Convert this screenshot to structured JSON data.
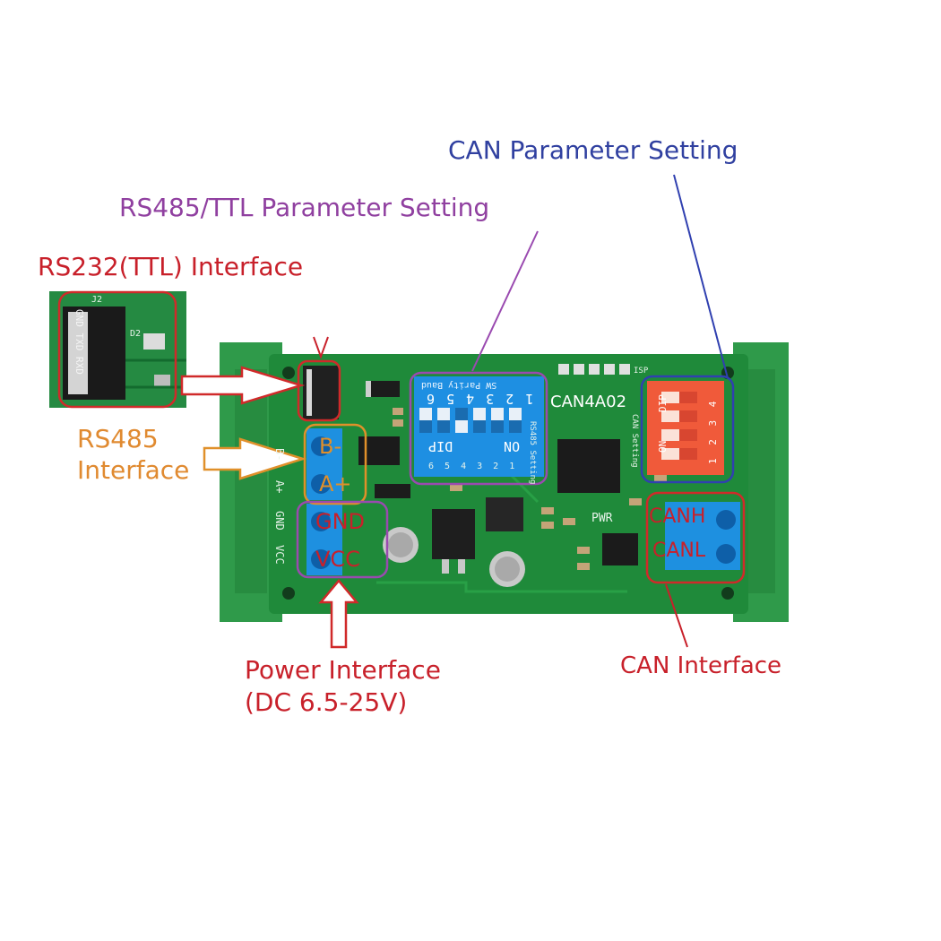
{
  "labels": {
    "can_param": "CAN Parameter Setting",
    "rs485_param": "RS485/TTL Parameter Setting",
    "rs232": "RS232(TTL) Interface",
    "rs485_line1": "RS485",
    "rs485_line2": "Interface",
    "power_line1": "Power Interface",
    "power_line2": "(DC 6.5-25V)",
    "can_iface": "CAN Interface"
  },
  "terminals": {
    "b_minus": "B-",
    "a_plus": "A+",
    "gnd": "GND",
    "vcc": "VCC",
    "canh": "CANH",
    "canl": "CANL"
  },
  "board": {
    "model": "CAN4A02",
    "pwr": "PWR",
    "isp": "ISP",
    "rs485_setting": "RS485 Setting",
    "can_setting": "CAN Setting",
    "side_b": "B-",
    "side_a": "A+",
    "side_gnd": "GND",
    "side_vcc": "VCC"
  },
  "dip_blue": {
    "top_numbers": "1 2 3 4 5 6",
    "bottom_numbers": "6 5 4 3 2 1",
    "dip_text": "DIP",
    "on_text": "ON",
    "header_text": "SW Parity Baud"
  },
  "dip_red": {
    "dip_text": "DIP",
    "on_text": "ON",
    "numbers": "1 2 3 4"
  },
  "inset": {
    "pins": "GND TXD RXD",
    "j2": "J2",
    "d2": "D2"
  },
  "colors": {
    "pcb_green": "#1f8a3a",
    "rail_green": "#2f9a4a",
    "red_box": "#d02a2a",
    "orange_box": "#e0902a",
    "purple_box": "#9a4ab0",
    "blue_box": "#3040b0",
    "terminal_blue": "#1e90e0",
    "dip_red": "#f05a3a"
  }
}
